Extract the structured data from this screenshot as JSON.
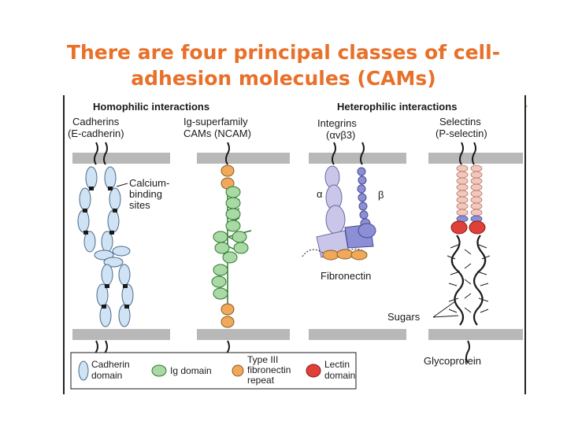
{
  "slide": {
    "title_line1": "There are four principal classes of cell-",
    "title_line2": "adhesion molecules (CAMs)"
  },
  "figure": {
    "headers": {
      "homophilic": "Homophilic interactions",
      "heterophilic": "Heterophilic interactions"
    },
    "columns": [
      {
        "name": "Cadherins",
        "example": "(E-cadherin)"
      },
      {
        "name": "Ig-superfamily",
        "example": "CAMs (NCAM)"
      },
      {
        "name": "Integrins",
        "example": "(αvβ3)"
      },
      {
        "name": "Selectins",
        "example": "(P-selectin)"
      }
    ],
    "labels": {
      "calcium_line1": "Calcium-",
      "calcium_line2": "binding",
      "calcium_line3": "sites",
      "alpha": "α",
      "beta": "β",
      "fibronectin": "Fibronectin",
      "sugars": "Sugars",
      "glycoprotein": "Glycoprotein"
    },
    "legend": {
      "cadherin_line1": "Cadherin",
      "cadherin_line2": "domain",
      "ig": "Ig domain",
      "type3_line1": "Type III",
      "type3_line2": "fibronectin",
      "type3_line3": "repeat",
      "lectin_line1": "Lectin",
      "lectin_line2": "domain"
    },
    "colors": {
      "cadherin": "#cfe3f5",
      "ig": "#a9d9a4",
      "fibronectin": "#f0a85a",
      "lectin": "#e0403a",
      "integrin_alpha": "#c9c6ea",
      "integrin_beta": "#8c8fd6",
      "selectin_bead": "#f3c7bd",
      "membrane": "#b8b8b8"
    }
  }
}
